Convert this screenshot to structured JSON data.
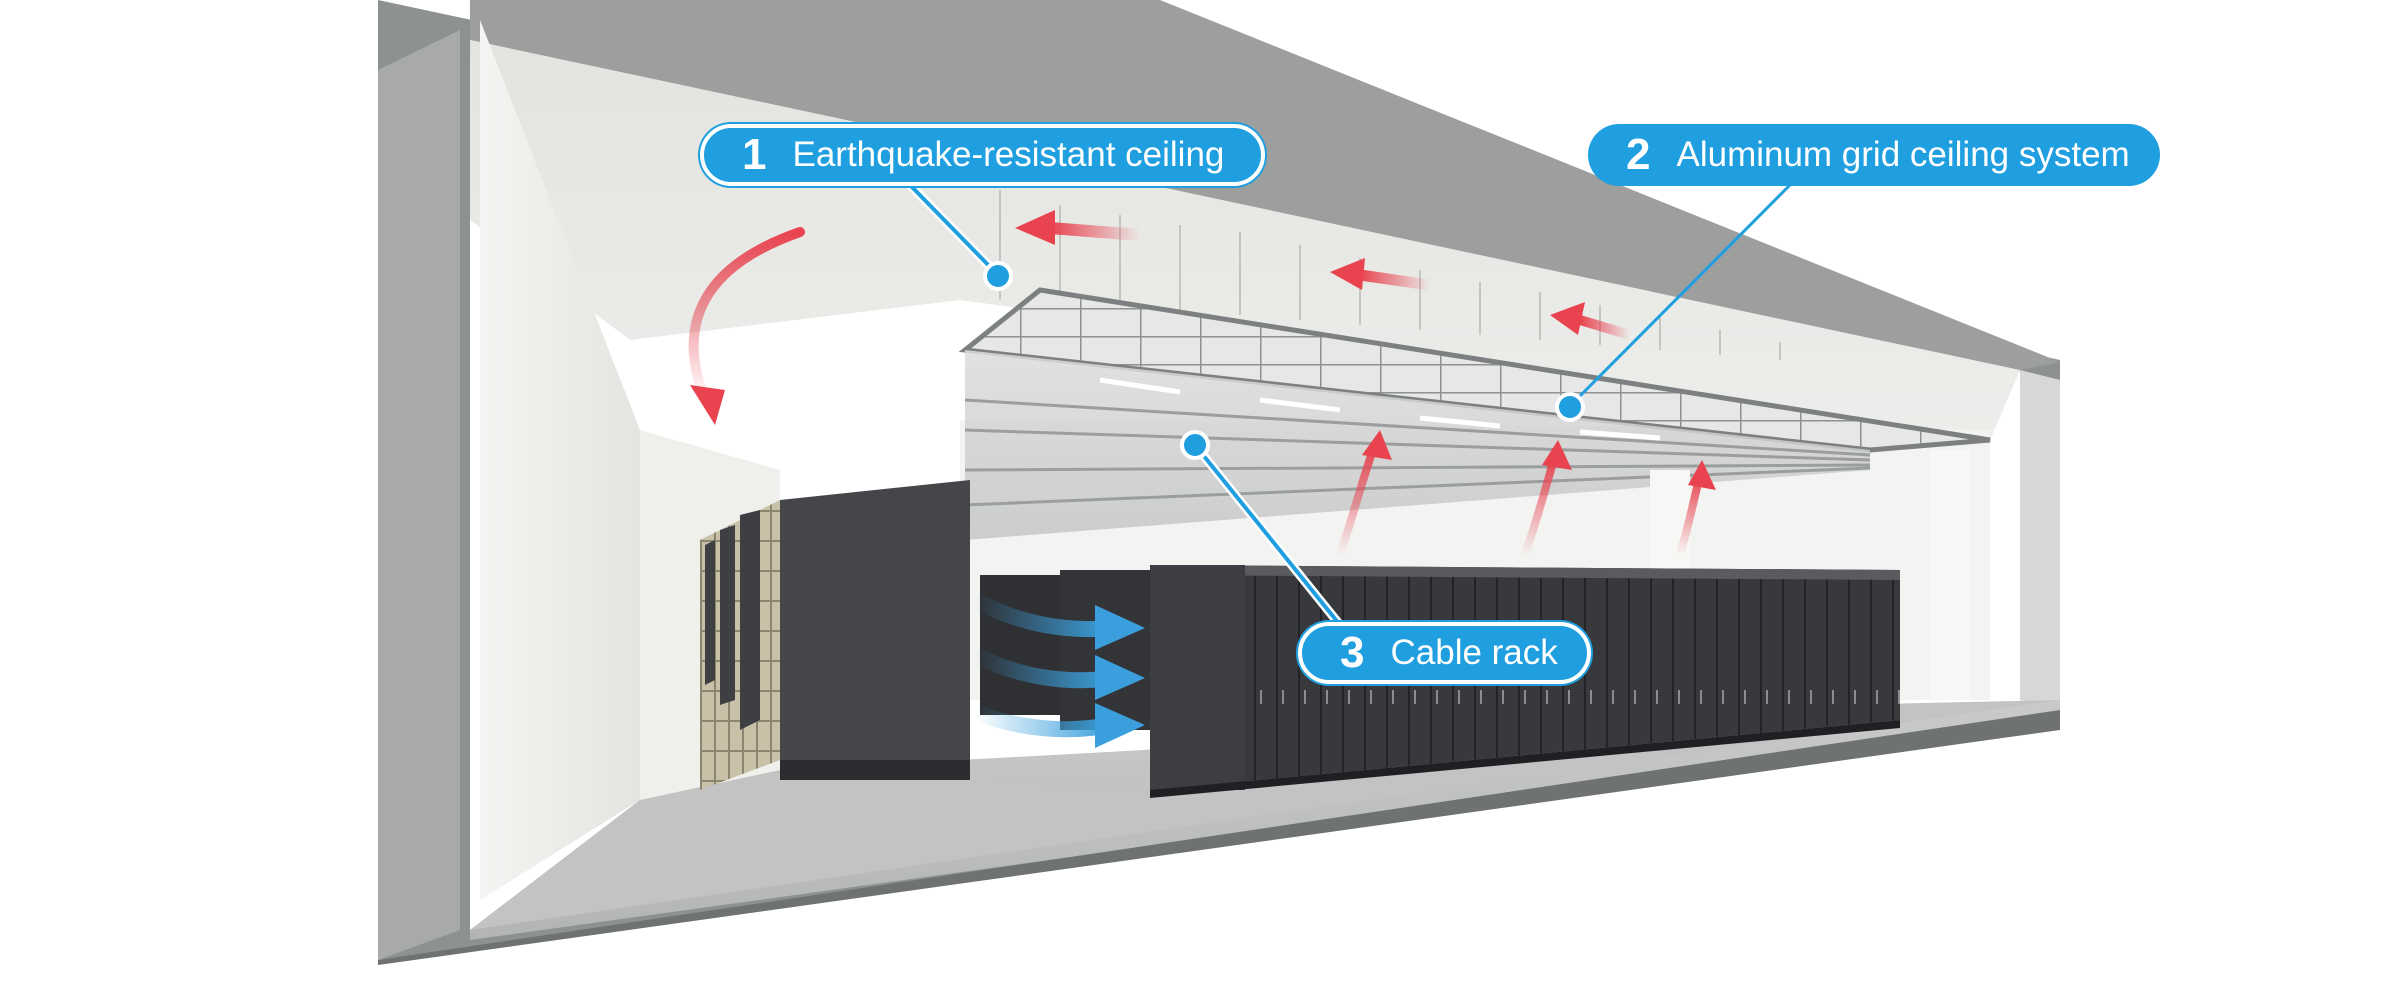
{
  "callouts": [
    {
      "number": "1",
      "label": "Earthquake-resistant ceiling"
    },
    {
      "number": "2",
      "label": "Aluminum grid ceiling system"
    },
    {
      "number": "3",
      "label": "Cable rack"
    }
  ],
  "colors": {
    "callout_fill": "#1f9fe0",
    "callout_text": "#ffffff",
    "airflow_hot": "#e8434f",
    "airflow_cool": "#3a9fdc",
    "rack_body": "#3a3b3d",
    "structure_gray": "#8e9191"
  },
  "icons": [
    "hot-air-arrow",
    "cool-air-arrow",
    "leader-dot"
  ]
}
